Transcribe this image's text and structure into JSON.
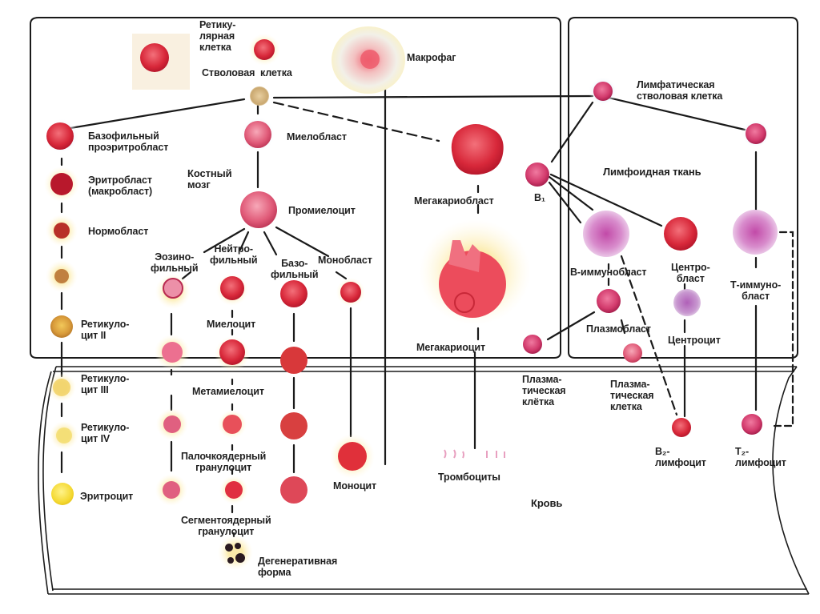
{
  "title": "Схема кроветворения",
  "regions": {
    "bone_marrow": "Костный\nмозг",
    "lymphoid_tissue": "Лимфоидная ткань",
    "blood": "Кровь"
  },
  "colors": {
    "line": "#1a1a1a",
    "cell_red": "#d8283a",
    "cell_pink": "#e05a78",
    "cell_purple": "#b25aa8",
    "halo_yellow": "#fbeaa0",
    "erythrocyte": "#f6e03a"
  },
  "cells": {
    "reticular_cell": "Ретику-\nлярная\nклетка",
    "stem_cell": "Стволовая  клетка",
    "macrophage": "Макрофаг",
    "basophilic_proerythroblast": "Базофильный\nпроэритробласт",
    "erythroblast": "Эритробласт\n(макробласт)",
    "normoblast": "Нормобласт",
    "reticulocyte_2": "Ретикуло-\nцит II",
    "reticulocyte_3": "Ретикуло-\nцит III",
    "reticulocyte_4": "Ретикуло-\nцит IV",
    "erythrocyte": "Эритроцит",
    "myeloblast": "Миелобласт",
    "promyelocyte": "Промиелоцит",
    "eosinophilic": "Эозино-\nфильный",
    "neutrophilic": "Нейтро-\nфильный",
    "basophilic": "Базо-\nфильный",
    "monoblast": "Монобласт",
    "myelocyte": "Миелоцит",
    "metamyelocyte": "Метамиелоцит",
    "band_granulocyte": "Палочкоядерный\nгранулоцит",
    "segmented_granulocyte": "Сегментоядерный\nгранулоцит",
    "degenerative_form": "Дегенеративная\nформа",
    "monocyte": "Моноцит",
    "megakaryoblast": "Мегакариобласт",
    "megakaryocyte": "Мегакариоцит",
    "thrombocytes": "Тромбоциты",
    "lymphatic_stem_cell": "Лимфатическая\nстволовая клетка",
    "b1": "B₁",
    "b_immunoblast": "В-иммунобласт",
    "centroblast": "Центро-\nбласт",
    "t_immunoblast": "Т-иммуно-\nбласт",
    "plasmoblast": "Плазмобласт",
    "centrocyte": "Центроцит",
    "plasma_cell_1": "Плазма-\nтическая\nклётка",
    "plasma_cell_2": "Плазма-\nтическая\nклетка",
    "b2_lymphocyte": "B₂-\nлимфоцит",
    "t2_lymphocyte": "T₂-\nлимфоцит"
  }
}
